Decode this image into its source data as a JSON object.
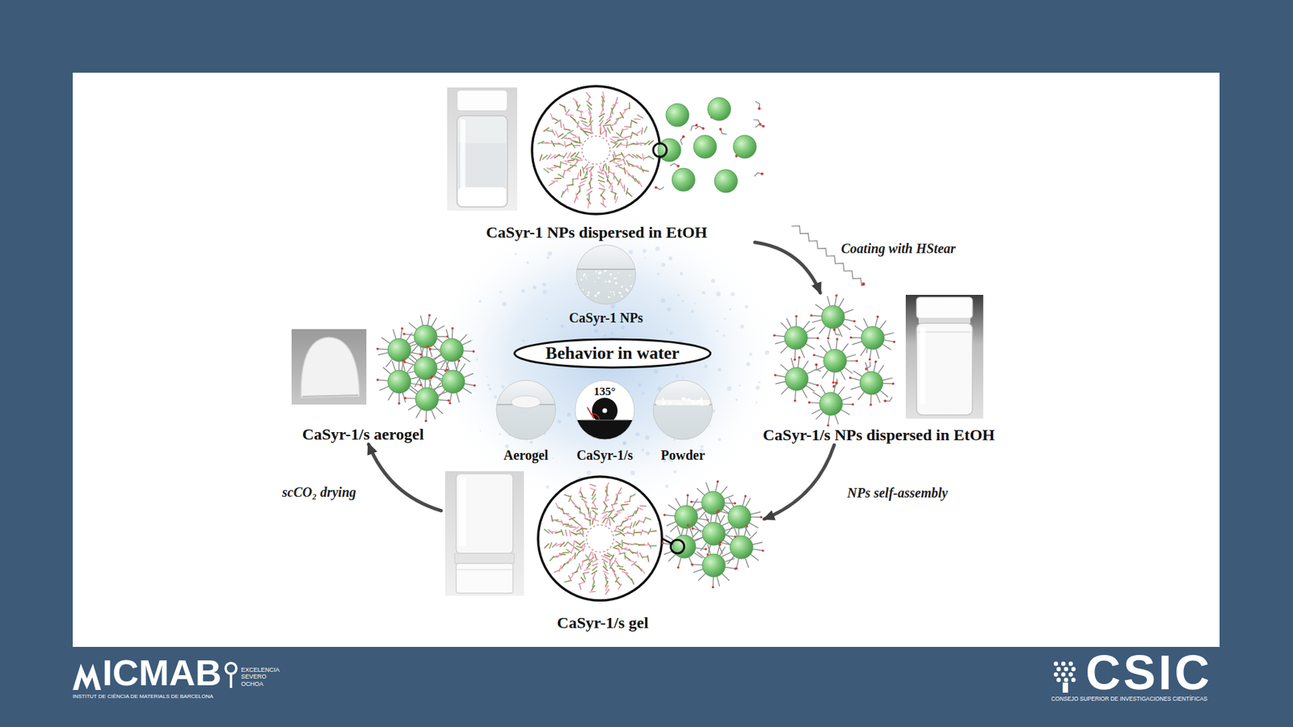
{
  "diagram": {
    "nodes": [
      {
        "text": [
          "CaSyr-1 NPs dispersed in EtOH"
        ]
      },
      {
        "text": [
          "CaSyr-1 NPs"
        ]
      },
      {
        "text": [
          "CaSyr-1/s aerogel"
        ]
      },
      {
        "text": [
          "Behavior in water"
        ]
      },
      {
        "text": [
          "CaSyr-1/s NPs dispersed in EtOH"
        ]
      },
      {
        "text": [
          "Aerogel"
        ]
      },
      {
        "text": [
          "135°",
          "CaSyr-1/s"
        ]
      },
      {
        "text": [
          "Powder"
        ]
      },
      {
        "text": [
          "CaSyr-1/s gel"
        ]
      }
    ],
    "edges": [
      {
        "from": 0,
        "to": 4,
        "arrow": "to",
        "label": "Coating with HStear"
      },
      {
        "from": 4,
        "to": 8,
        "arrow": "to",
        "label": "NPs self-assembly"
      },
      {
        "from": 8,
        "to": 2,
        "arrow": "to",
        "label": "scCO₂ drying"
      }
    ],
    "labels": [
      "ICMAB",
      "EXCELENCIA SEVERO OCHOA",
      "INSTITUT DE CIÈNCIA DE MATERIALS DE BARCELONA",
      "CSIC",
      "CONSEJO SUPERIOR DE INVESTIGACIONES CIENTÍFICAS"
    ]
  }
}
